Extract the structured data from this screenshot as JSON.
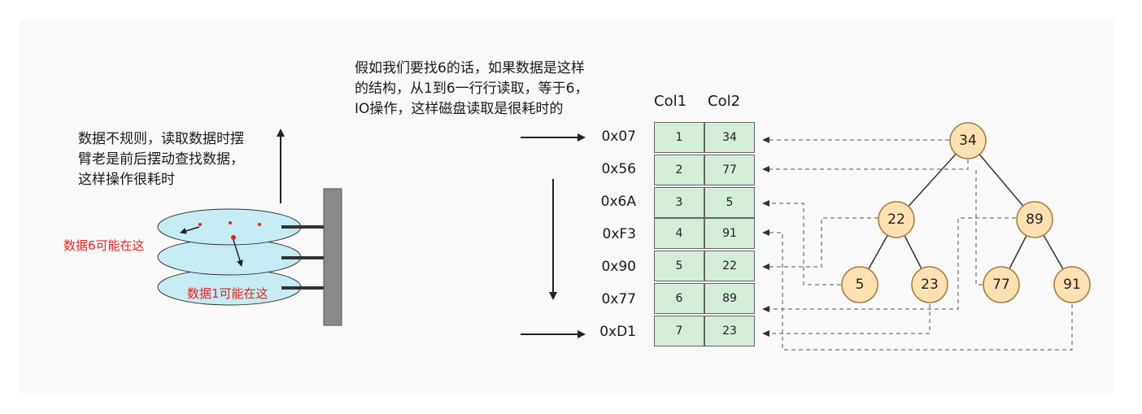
{
  "texts": {
    "query_note": [
      "假如我们要找6的话，如果数据是这样",
      "的结构，从1到6一行行读取，等于6，",
      "IO操作，这样磁盘读取是很耗时的"
    ],
    "disk_note": [
      "数据不规则，读取数据时摆",
      "臂老是前后摆动查找数据，",
      "这样操作很耗时"
    ],
    "data6_label": "数据6可能在这",
    "data1_label": "数据1可能在这"
  },
  "table": {
    "headers": [
      "Col1",
      "Col2"
    ],
    "addresses": [
      "0x07",
      "0x56",
      "0x6A",
      "0xF3",
      "0x90",
      "0x77",
      "0xD1"
    ],
    "rows": [
      {
        "col1": "1",
        "col2": "34"
      },
      {
        "col1": "2",
        "col2": "77"
      },
      {
        "col1": "3",
        "col2": "5"
      },
      {
        "col1": "4",
        "col2": "91"
      },
      {
        "col1": "5",
        "col2": "22"
      },
      {
        "col1": "6",
        "col2": "89"
      },
      {
        "col1": "7",
        "col2": "23"
      }
    ]
  },
  "tree": {
    "nodes": [
      "34",
      "22",
      "89",
      "5",
      "23",
      "77",
      "91"
    ]
  },
  "colors": {
    "table_fill": "#d4edd9",
    "node_fill": "#fde1b2",
    "node_stroke": "#a87b3c",
    "platter_fill": "#c5ecf3",
    "arm_fill": "#8a8a8a",
    "highlight_red": "#e8211d"
  }
}
